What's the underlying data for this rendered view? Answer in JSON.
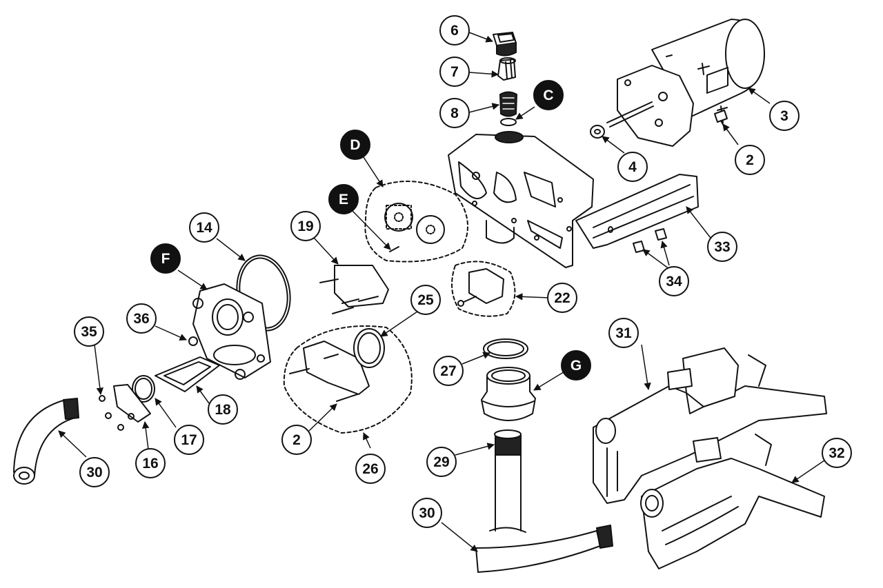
{
  "callouts": [
    {
      "id": "6",
      "filled": false
    },
    {
      "id": "7",
      "filled": false
    },
    {
      "id": "8",
      "filled": false
    },
    {
      "id": "C",
      "filled": true
    },
    {
      "id": "3",
      "filled": false
    },
    {
      "id": "2",
      "filled": false
    },
    {
      "id": "4",
      "filled": false
    },
    {
      "id": "D",
      "filled": true
    },
    {
      "id": "E",
      "filled": true
    },
    {
      "id": "14",
      "filled": false
    },
    {
      "id": "19",
      "filled": false
    },
    {
      "id": "33",
      "filled": false
    },
    {
      "id": "34",
      "filled": false
    },
    {
      "id": "F",
      "filled": true
    },
    {
      "id": "25",
      "filled": false
    },
    {
      "id": "22",
      "filled": false
    },
    {
      "id": "36",
      "filled": false
    },
    {
      "id": "35",
      "filled": false
    },
    {
      "id": "31",
      "filled": false
    },
    {
      "id": "27",
      "filled": false
    },
    {
      "id": "G",
      "filled": true
    },
    {
      "id": "18",
      "filled": false
    },
    {
      "id": "17",
      "filled": false
    },
    {
      "id": "16",
      "filled": false
    },
    {
      "id": "30",
      "filled": false
    },
    {
      "id": "2",
      "filled": false
    },
    {
      "id": "26",
      "filled": false
    },
    {
      "id": "29",
      "filled": false
    },
    {
      "id": "32",
      "filled": false
    },
    {
      "id": "30",
      "filled": false
    }
  ],
  "colors": {
    "ink": "#111111",
    "paper": "#ffffff",
    "shade": "#222222",
    "light": "#e6e6e6"
  }
}
